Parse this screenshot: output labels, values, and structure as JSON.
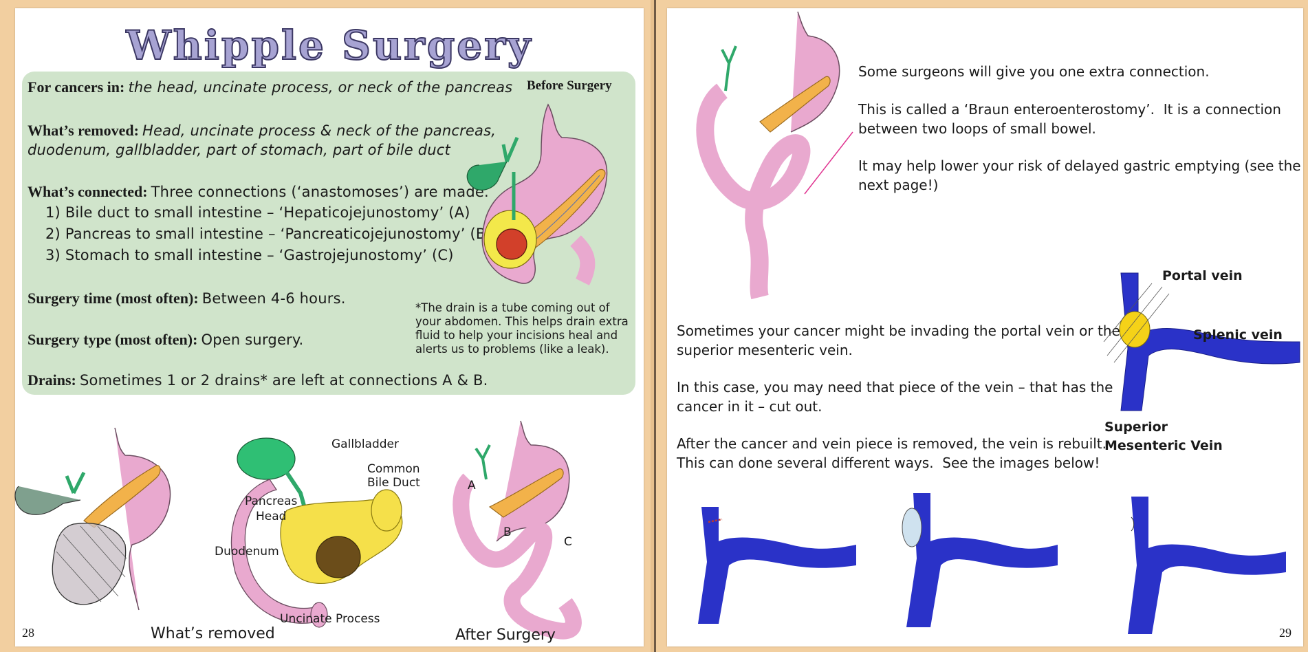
{
  "left_page": {
    "title": "Whipple Surgery",
    "cancers_label": "For cancers in:",
    "cancers_text": "the head, uncinate process, or neck of the pancreas",
    "removed_label": "What’s removed:",
    "removed_text_1": "Head, uncinate process & neck of the pancreas,",
    "removed_text_2": "duodenum, gallbladder, part of stomach, part of bile duct",
    "connected_label": "What’s connected:",
    "connected_text": "Three connections (‘anastomoses’) are made.",
    "connections": [
      "1) Bile duct to small intestine – ‘Hepaticojejunostomy’ (A)",
      "2) Pancreas to small intestine – ‘Pancreaticojejunostomy’ (B)",
      "3) Stomach to small intestine – ‘Gastrojejunostomy’ (C)"
    ],
    "time_label": "Surgery time (most often):",
    "time_text": "Between 4-6 hours.",
    "type_label": "Surgery type (most often):",
    "type_text": "Open surgery.",
    "drains_label": "Drains:",
    "drains_text": "Sometimes 1 or 2 drains* are left at connections A & B.",
    "drain_note": "*The drain is a tube coming out of\nyour abdomen. This helps drain extra\nfluid to help your incisions heal and\nalerts us to problems (like a leak).",
    "before_caption": "Before Surgery",
    "removed_caption": "What’s removed",
    "after_caption": "After Surgery",
    "labels": {
      "gallbladder": "Gallbladder",
      "common_bile_duct": "Common\nBile Duct",
      "pancreas_head": "Pancreas\nHead",
      "duodenum": "Duodenum",
      "uncinate": "Uncinate Process",
      "a": "A",
      "b": "B",
      "c": "C"
    },
    "page_number": "28"
  },
  "right_page": {
    "braun_intro": "Some surgeons will give you one extra connection.",
    "braun_text": "This is called a ‘Braun enteroenterostomy’.  It is a connection\nbetween two loops of small bowel.",
    "braun_risk": "It may help lower your risk of delayed gastric emptying (see the\nnext page!)",
    "vein_text_1": "Sometimes your cancer might be invading the portal vein or the\nsuperior mesenteric vein.",
    "vein_text_2": "In this case, you may need that piece of the vein – that has the\ncancer in it – cut out.",
    "vein_text_3": "After the cancer and vein piece is removed, the vein is rebuilt.\nThis can done several different ways.  See the images below!",
    "portal_vein": "Portal vein",
    "splenic_vein": "Splenic vein",
    "smv": "Superior\nMesenteric Vein",
    "page_number": "29"
  },
  "colors": {
    "stomach": "#e9a9cf",
    "pancreas": "#f2b24a",
    "vein": "#2a32c8",
    "green_box": "#d0e4cb",
    "gallbladder": "#2fa86a",
    "background": "#f2cfa0"
  }
}
